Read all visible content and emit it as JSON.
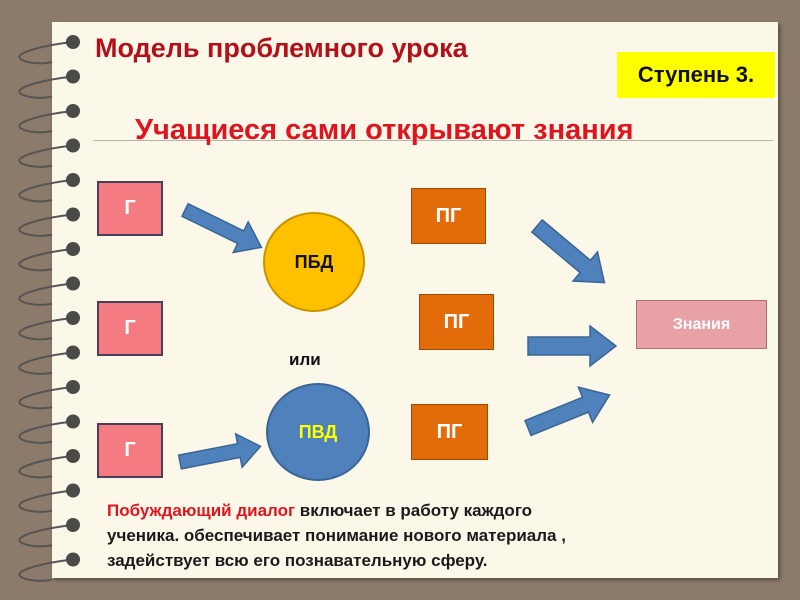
{
  "title": "Модель проблемного урока",
  "step_badge": "Ступень 3.",
  "subtitle": "Учащиеся сами открывают знания",
  "diagram": {
    "g_boxes": [
      "Г",
      "Г",
      "Г"
    ],
    "pbd": "ПБД",
    "or": "или",
    "pvd": "ПВД",
    "pg_boxes": [
      "ПГ",
      "ПГ",
      "ПГ"
    ],
    "result": "Знания"
  },
  "description": {
    "highlight": "Побуждающий диалог",
    "line1": " включает в работу каждого",
    "line2": "ученика. обеспечивает понимание нового материала ,",
    "line3": "задействует всю его познавательную сферу."
  },
  "colors": {
    "title": "#b3101a",
    "subtitle": "#e0141e",
    "badge": "#ffff00",
    "g": "#f47b82",
    "pg": "#e36c0a",
    "pbd": "#ffc000",
    "pvd": "#4f81bd",
    "arrow": "#4f81bd",
    "result": "#e8a1a5"
  }
}
